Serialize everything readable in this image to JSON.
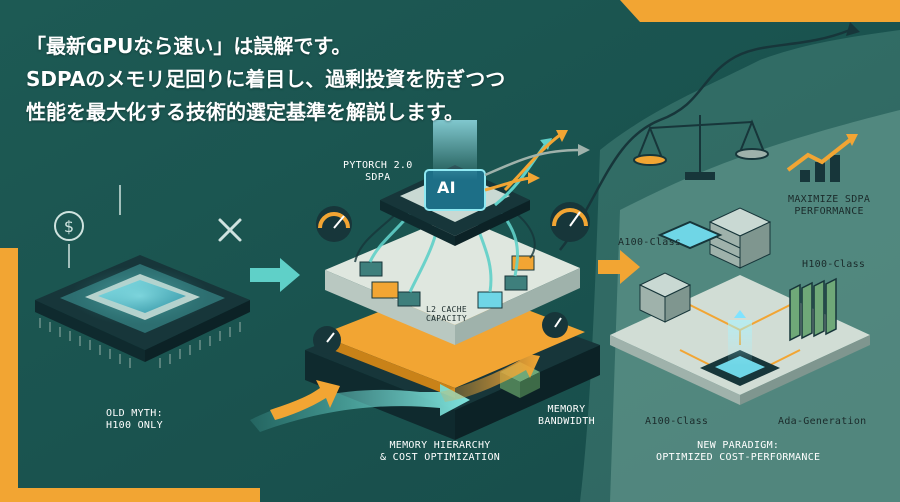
{
  "headline": {
    "line1": "「最新GPUなら速い」は誤解です。",
    "line2": "SDPAのメモリ足回りに着目し、過剰投資を防ぎつつ",
    "line3": "性能を最大化する技術的選定基準を解説します。"
  },
  "left_panel": {
    "myth_line1": "OLD MYTH:",
    "myth_line2": "H100 ONLY",
    "icons": [
      "dollar-icon",
      "cross-icon",
      "gpu-chip-icon"
    ]
  },
  "center_panel": {
    "top_label_line1": "PYTORCH 2.0",
    "top_label_line2": "SDPA",
    "chip_label": "AI",
    "cache_label_line1": "L2 CACHE",
    "cache_label_line2": "CAPACITY",
    "bandwidth_label_line1": "MEMORY",
    "bandwidth_label_line2": "BANDWIDTH",
    "caption_line1": "MEMORY HIERARCHY",
    "caption_line2": "& COST OPTIMIZATION",
    "icons": [
      "gauge-icon",
      "ai-chip-icon",
      "memory-module-icon"
    ]
  },
  "right_panel": {
    "perf_label_line1": "MAXIMIZE SDPA",
    "perf_label_line2": "PERFORMANCE",
    "node_a100_top": "A100-Class",
    "node_h100": "H100-Class",
    "node_a100_bottom": "A100-Class",
    "node_ada": "Ada-Generation",
    "caption_line1": "NEW PARADIGM:",
    "caption_line2": "OPTIMIZED COST-PERFORMANCE",
    "icons": [
      "balance-scale-icon",
      "trend-chart-icon",
      "server-stack-icon"
    ]
  },
  "colors": {
    "background": "#1f5a55",
    "accent_orange": "#f2a533",
    "accent_teal": "#5fd0c8",
    "chip_glow": "#7fe3ff",
    "panel_light": "#dfe7df",
    "dark_outline": "#17363a"
  }
}
